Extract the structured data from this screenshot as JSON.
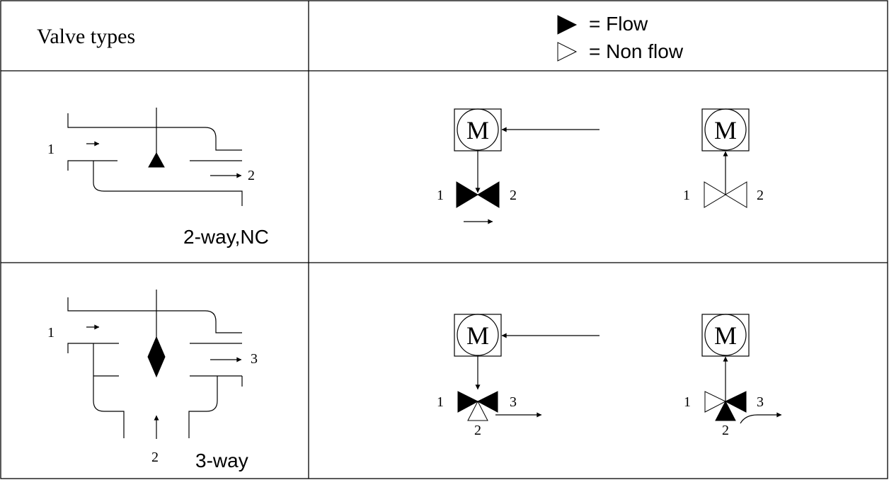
{
  "header": {
    "title": "Valve types",
    "legend": {
      "flow_label": "= Flow",
      "non_flow_label": "= Non flow"
    }
  },
  "rows": {
    "two_way": {
      "caption": "2-way,NC",
      "section_port_in": "1",
      "section_port_out": "2",
      "open": {
        "motor": "M",
        "port_left": "1",
        "port_right": "2"
      },
      "closed": {
        "motor": "M",
        "port_left": "1",
        "port_right": "2"
      }
    },
    "three_way": {
      "caption": "3-way",
      "section_port_in": "1",
      "section_port_out": "3",
      "section_port_bottom": "2",
      "left": {
        "motor": "M",
        "port_left": "1",
        "port_right": "3",
        "port_bottom": "2"
      },
      "right": {
        "motor": "M",
        "port_left": "1",
        "port_right": "3",
        "port_bottom": "2"
      }
    }
  }
}
